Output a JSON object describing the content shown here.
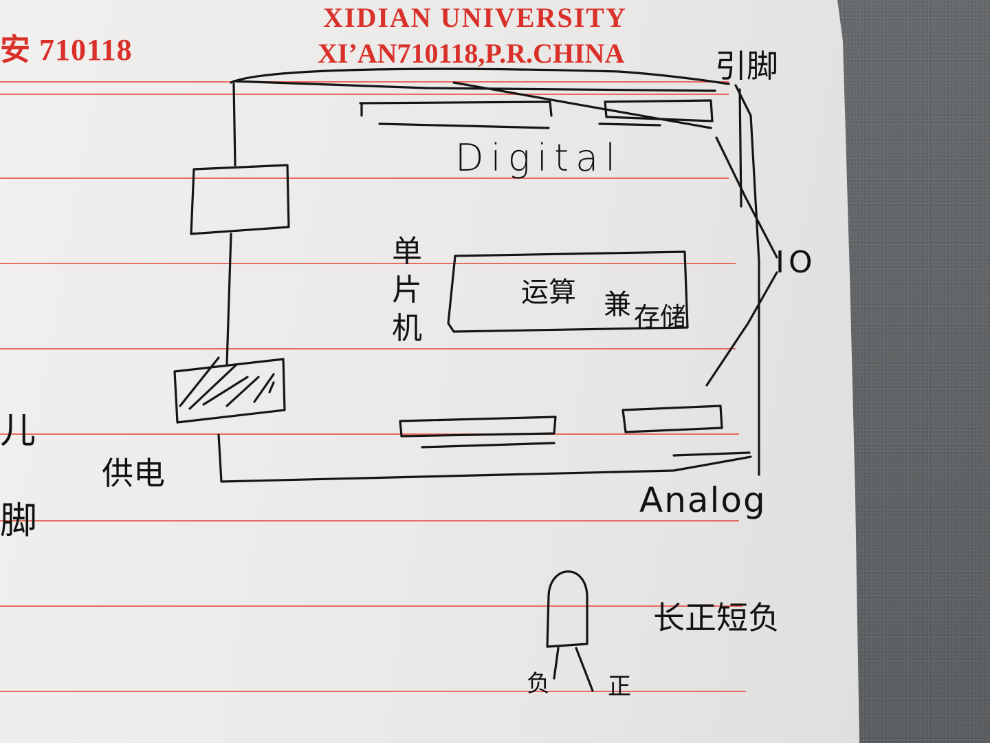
{
  "letterhead": {
    "name": "XIDIAN  UNIVERSITY",
    "address": "XI’AN710118,P.R.CHINA",
    "postcode": "安  710118",
    "line_color": "#e85548",
    "text_color": "#d9302a"
  },
  "diagram": {
    "digital_label": "Digital",
    "analog_label": "Analog",
    "io_label": "IO",
    "pins_label": "引脚",
    "mcu_label": "单片机",
    "compute_label": "运算",
    "and_label": "兼",
    "storage_label": "存储",
    "power_label": "供电",
    "led": {
      "rule_label": "长正短负",
      "negative_label": "负",
      "positive_label": "正"
    },
    "margin_fragments": [
      "儿",
      "脚"
    ]
  }
}
